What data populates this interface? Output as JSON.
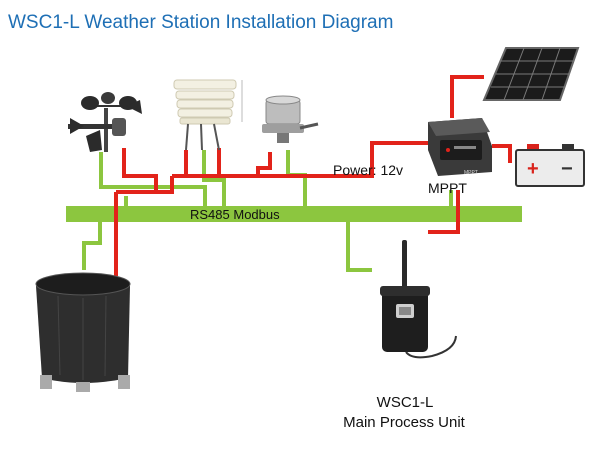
{
  "title": "WSC1-L Weather Station Installation Diagram",
  "bus_label": "RS485 Modbus",
  "power_label": "Power: 12v",
  "mppt_label": "MPPT",
  "mppt_device_text": "MPPT",
  "battery_plus": "+",
  "battery_minus": "−",
  "unit_label_line1": "WSC1-L",
  "unit_label_line2": "Main Process Unit",
  "colors": {
    "title": "#1e6fb5",
    "power_wire": "#e2231a",
    "data_wire": "#8cc63f",
    "bus": "#8cc63f",
    "device_dark": "#2a2a2a",
    "battery_body": "#e8e8e8",
    "battery_red": "#d9231c"
  },
  "components": [
    {
      "name": "anemometer-wind-vane",
      "kind": "sensor"
    },
    {
      "name": "radiation-shield-temp-humidity",
      "kind": "sensor"
    },
    {
      "name": "light-sensor",
      "kind": "sensor"
    },
    {
      "name": "rain-gauge",
      "kind": "sensor"
    },
    {
      "name": "solar-panel",
      "kind": "power"
    },
    {
      "name": "mppt-controller",
      "kind": "power"
    },
    {
      "name": "battery",
      "kind": "power"
    },
    {
      "name": "wsc1-l-main-unit",
      "kind": "controller"
    }
  ]
}
